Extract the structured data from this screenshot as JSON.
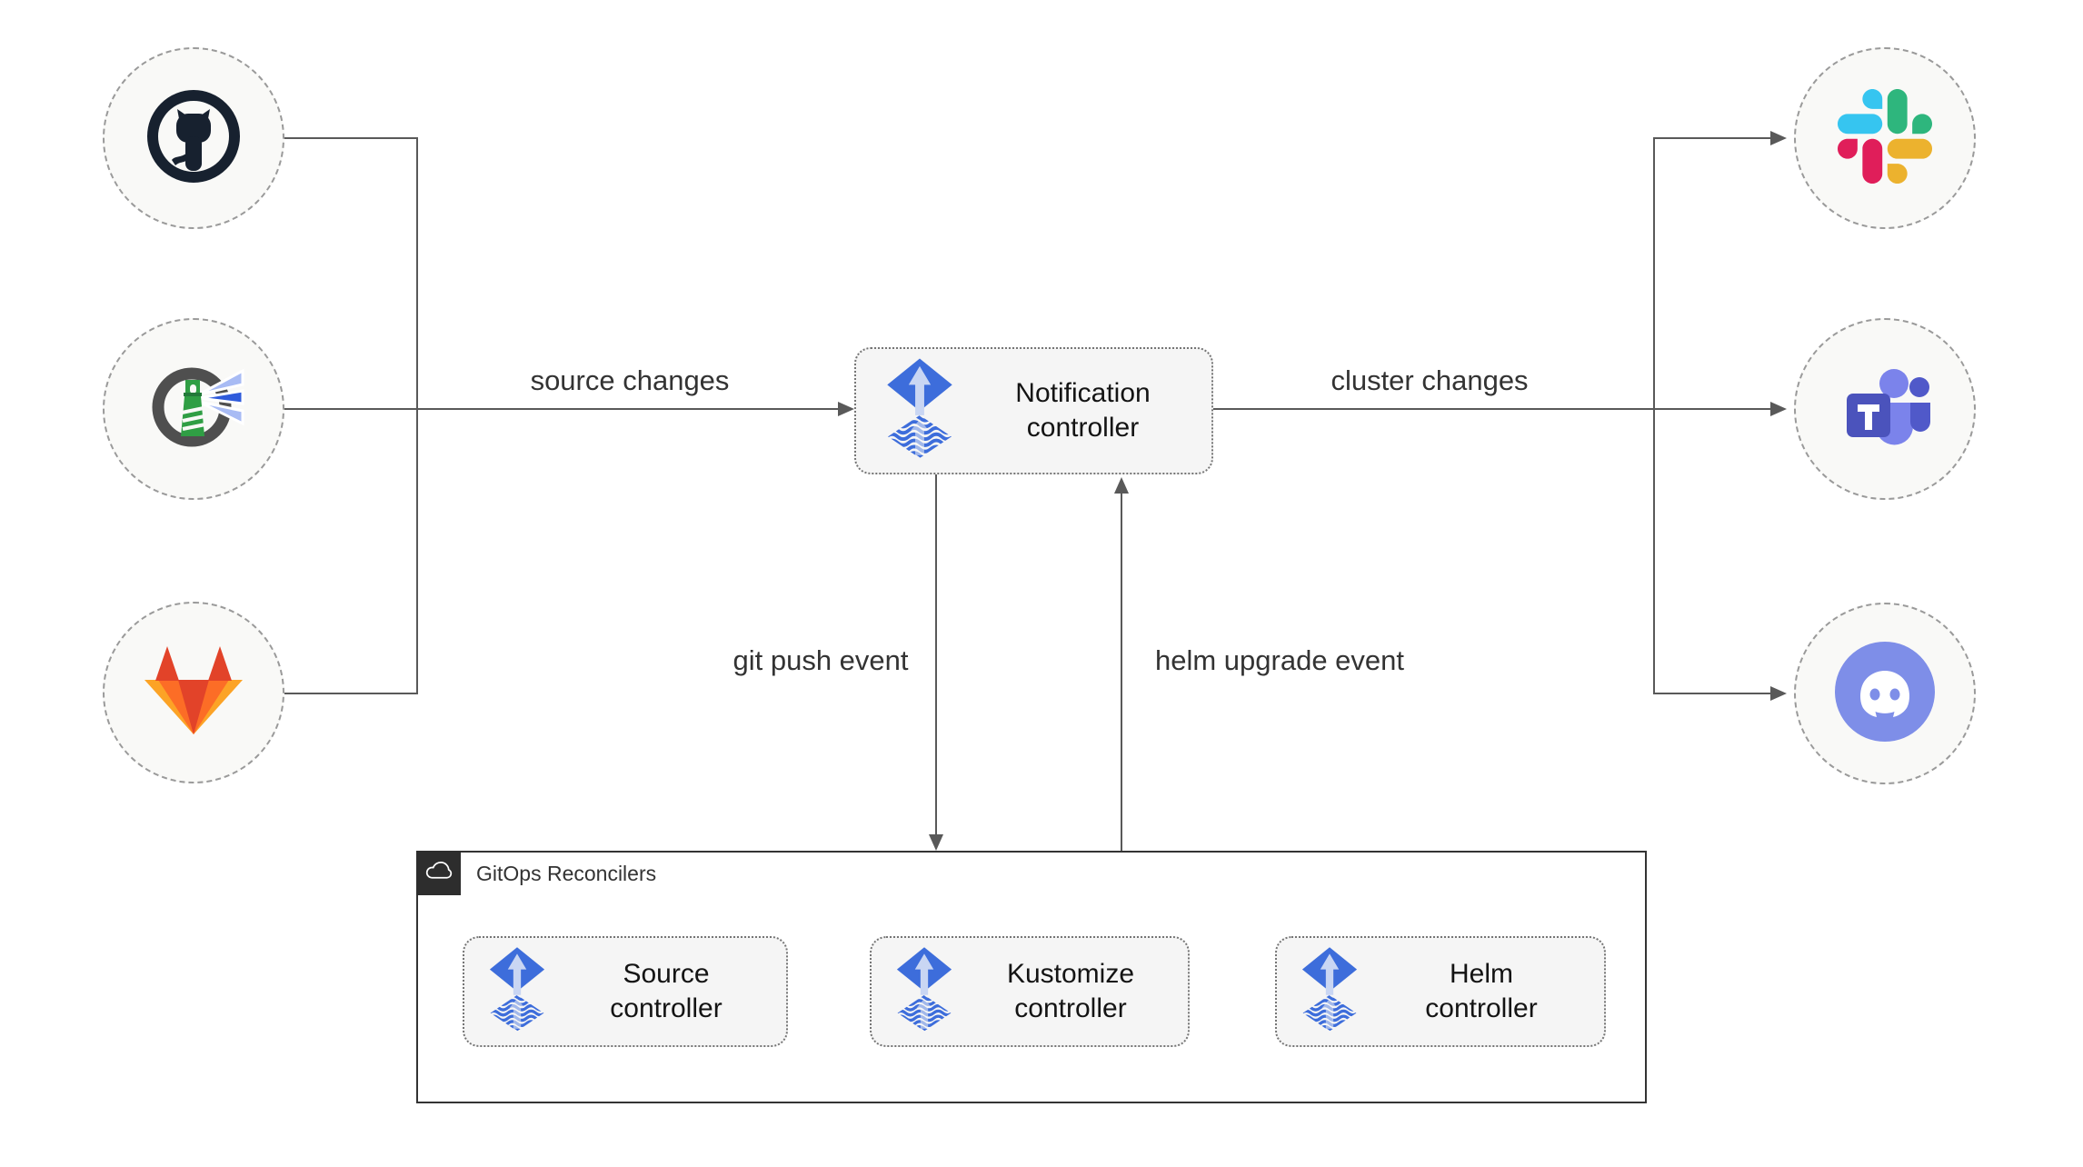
{
  "diagram": {
    "sources": [
      {
        "id": "github",
        "icon": "github-icon"
      },
      {
        "id": "harbor",
        "icon": "harbor-icon"
      },
      {
        "id": "gitlab",
        "icon": "gitlab-icon"
      }
    ],
    "notification": {
      "label": "Notification controller"
    },
    "labels": {
      "source_changes": "source changes",
      "cluster_changes": "cluster changes",
      "git_push_event": "git push event",
      "helm_upgrade_event": "helm upgrade event"
    },
    "targets": [
      {
        "id": "slack",
        "icon": "slack-icon"
      },
      {
        "id": "teams",
        "icon": "teams-icon"
      },
      {
        "id": "discord",
        "icon": "discord-icon"
      }
    ],
    "reconcilers": {
      "title": "GitOps Reconcilers",
      "items": [
        {
          "label": "Source controller"
        },
        {
          "label": "Kustomize controller"
        },
        {
          "label": "Helm controller"
        }
      ]
    },
    "colors": {
      "flux_blue": "#3d6ddb",
      "flux_light": "#c9d6f3",
      "connector": "#595959",
      "node_fill": "#f5f5f5",
      "circle_fill": "#f9f9f7",
      "circle_border": "#9a9a9a",
      "container_border": "#333333",
      "header_dark": "#2d2d2d",
      "text": "#333333"
    }
  }
}
